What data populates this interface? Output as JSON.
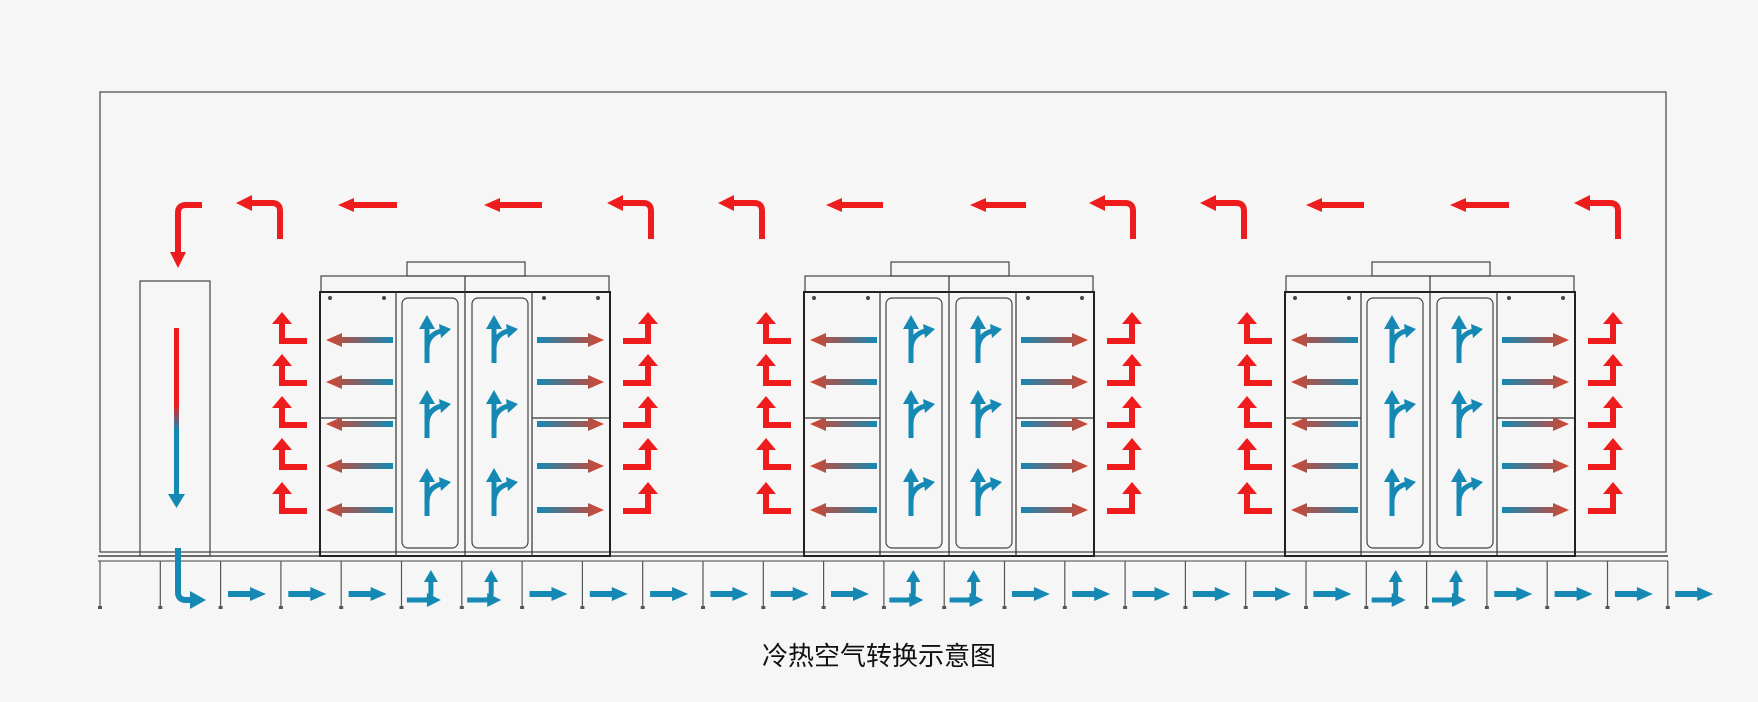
{
  "caption": "冷热空气转换示意图",
  "colors": {
    "hot": "#ee1c1c",
    "hot_grad": "#d8432d",
    "cold": "#1589b3",
    "line": "#333333",
    "background": "#f6f6f6"
  },
  "icons": {
    "hot_return": "red-arrow-icon",
    "cold_supply": "blue-arrow-icon",
    "exchange": "gradient-arrow-icon"
  },
  "components": {
    "cooling_unit": "air-conditioner-unit",
    "racks": [
      "rack-group-1",
      "rack-group-2",
      "rack-group-3"
    ],
    "floor": "raised-floor"
  }
}
